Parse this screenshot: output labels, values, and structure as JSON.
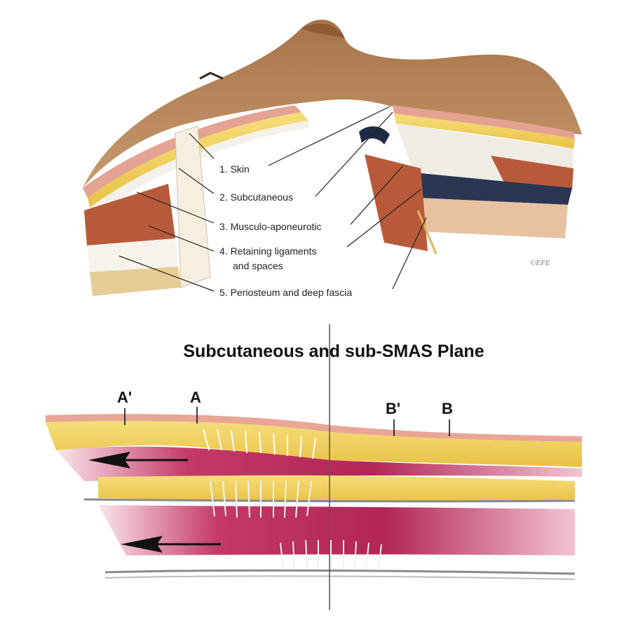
{
  "top_diagram": {
    "labels": [
      "1. Skin",
      "2. Subcutaneous",
      "3. Musculo-aponeurotic",
      "4. Retaining ligaments",
      "and spaces",
      "5. Periosteum and deep fascia"
    ],
    "copyright": "©EFE"
  },
  "bottom_diagram": {
    "title": "Subcutaneous and sub-SMAS Plane",
    "markers": [
      "A'",
      "A",
      "B'",
      "B"
    ]
  },
  "colors": {
    "skin": "#b58559",
    "dermis": "#e6a89a",
    "fat": "#f2d35a",
    "muscle": "#b85a3a",
    "bone": "#e8cf9a",
    "space": "#b8255a"
  }
}
